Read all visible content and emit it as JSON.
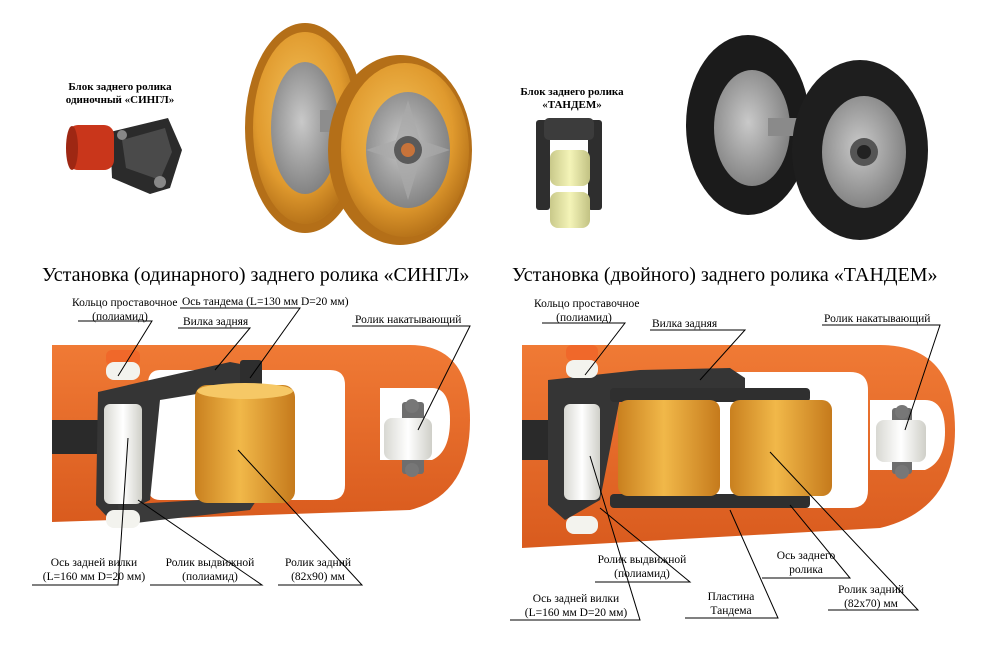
{
  "top": {
    "single_block_caption_line1": "Блок заднего ролика",
    "single_block_caption_line2": "одиночный «СИНГЛ»",
    "tandem_block_caption_line1": "Блок заднего ролика",
    "tandem_block_caption_line2": "«ТАНДЕМ»"
  },
  "left_section": {
    "title": "Установка (одинарного) заднего ролика «СИНГЛ»",
    "labels": {
      "spacer_ring_1": "Кольцо проставочное",
      "spacer_ring_2": "(полиамид)",
      "tandem_axle": "Ось тандема (L=130 мм D=20 мм)",
      "rear_fork": "Вилка задняя",
      "roller_entry": "Ролик накатывающий",
      "fork_axle_1": "Ось задней вилки",
      "fork_axle_2": "(L=160 мм D=20 мм)",
      "retract_roller_1": "Ролик выдвижной",
      "retract_roller_2": "(полиамид)",
      "rear_roller_1": "Ролик задний",
      "rear_roller_2": "(82х90) мм"
    }
  },
  "right_section": {
    "title": "Установка (двойного) заднего ролика «ТАНДЕМ»",
    "labels": {
      "spacer_ring_1": "Кольцо проставочное",
      "spacer_ring_2": "(полиамид)",
      "rear_fork": "Вилка задняя",
      "roller_entry": "Ролик накатывающий",
      "retract_roller_1": "Ролик выдвижной",
      "retract_roller_2": "(полиамид)",
      "rear_axle_1": "Ось заднего",
      "rear_axle_2": "ролика",
      "fork_axle_1": "Ось задней вилки",
      "fork_axle_2": "(L=160 мм D=20 мм)",
      "tandem_plate_1": "Пластина",
      "tandem_plate_2": "Тандема",
      "rear_roller_1": "Ролик задний",
      "rear_roller_2": "(82х70) мм"
    }
  },
  "colors": {
    "frame_orange": "#e8682a",
    "poly_roller": "#e3a43a",
    "steel_dark": "#3a3a3a",
    "nylon_white": "#f2f2ee",
    "rubber_black": "#1e1e1e"
  }
}
